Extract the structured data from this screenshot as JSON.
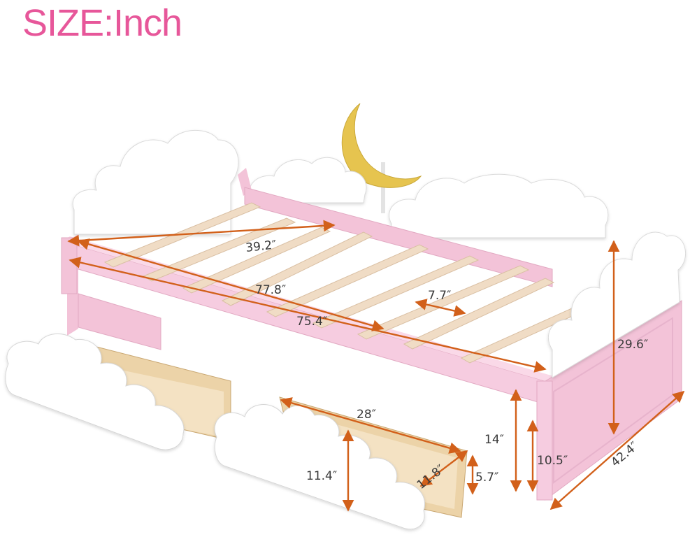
{
  "title": "SIZE:Inch",
  "colors": {
    "title": "#e7579a",
    "frame_pink": "#f3c3d8",
    "cloud_white": "#ffffff",
    "slat_wood": "#f0dcc5",
    "drawer_wood": "#ecd3a8",
    "moon_yellow": "#e6c44f",
    "dimension_arrow": "#d2601a"
  },
  "dimensions": {
    "slat_span": "39.2″",
    "inner_length": "77.8″",
    "slat_gap": "7.7″",
    "overall_length": "75.4″",
    "headboard_height": "29.6″",
    "overall_width": "42.4″",
    "bed_height": "14″",
    "clearance_height": "10.5″",
    "drawer_length": "28″",
    "drawer_front_height": "11.4″",
    "drawer_depth": "11.8″",
    "drawer_box_height": "5.7″"
  }
}
